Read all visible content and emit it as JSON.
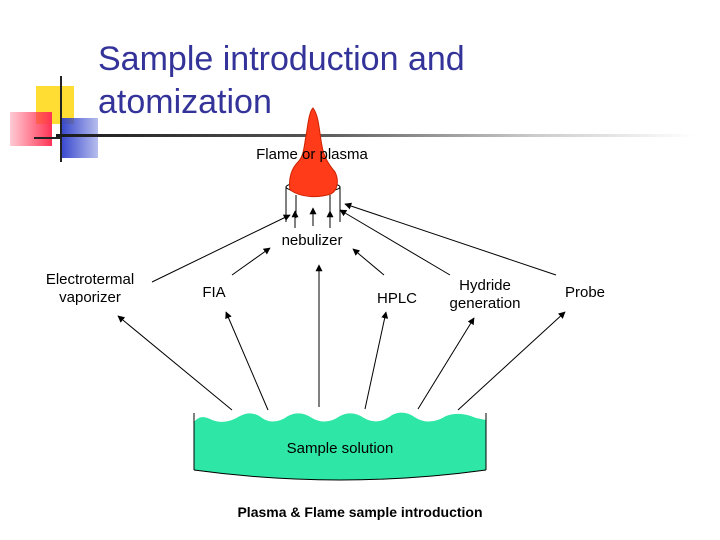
{
  "slide": {
    "title": "Sample introduction and\natomization",
    "caption": "Plasma & Flame sample introduction"
  },
  "diagram": {
    "flame_label": "Flame or plasma",
    "nebulizer_label": "nebulizer",
    "sample_label": "Sample solution",
    "sources": [
      "Electrotermal\nvaporizer",
      "FIA",
      "HPLC",
      "Hydride\ngeneration",
      "Probe"
    ]
  },
  "colors": {
    "title": "#333399",
    "flame": "#ff3b1a",
    "solution": "#2ee6a6",
    "deco_yellow": "#ffdd33",
    "deco_red": "#ff3355",
    "deco_blue": "#3344cc"
  }
}
